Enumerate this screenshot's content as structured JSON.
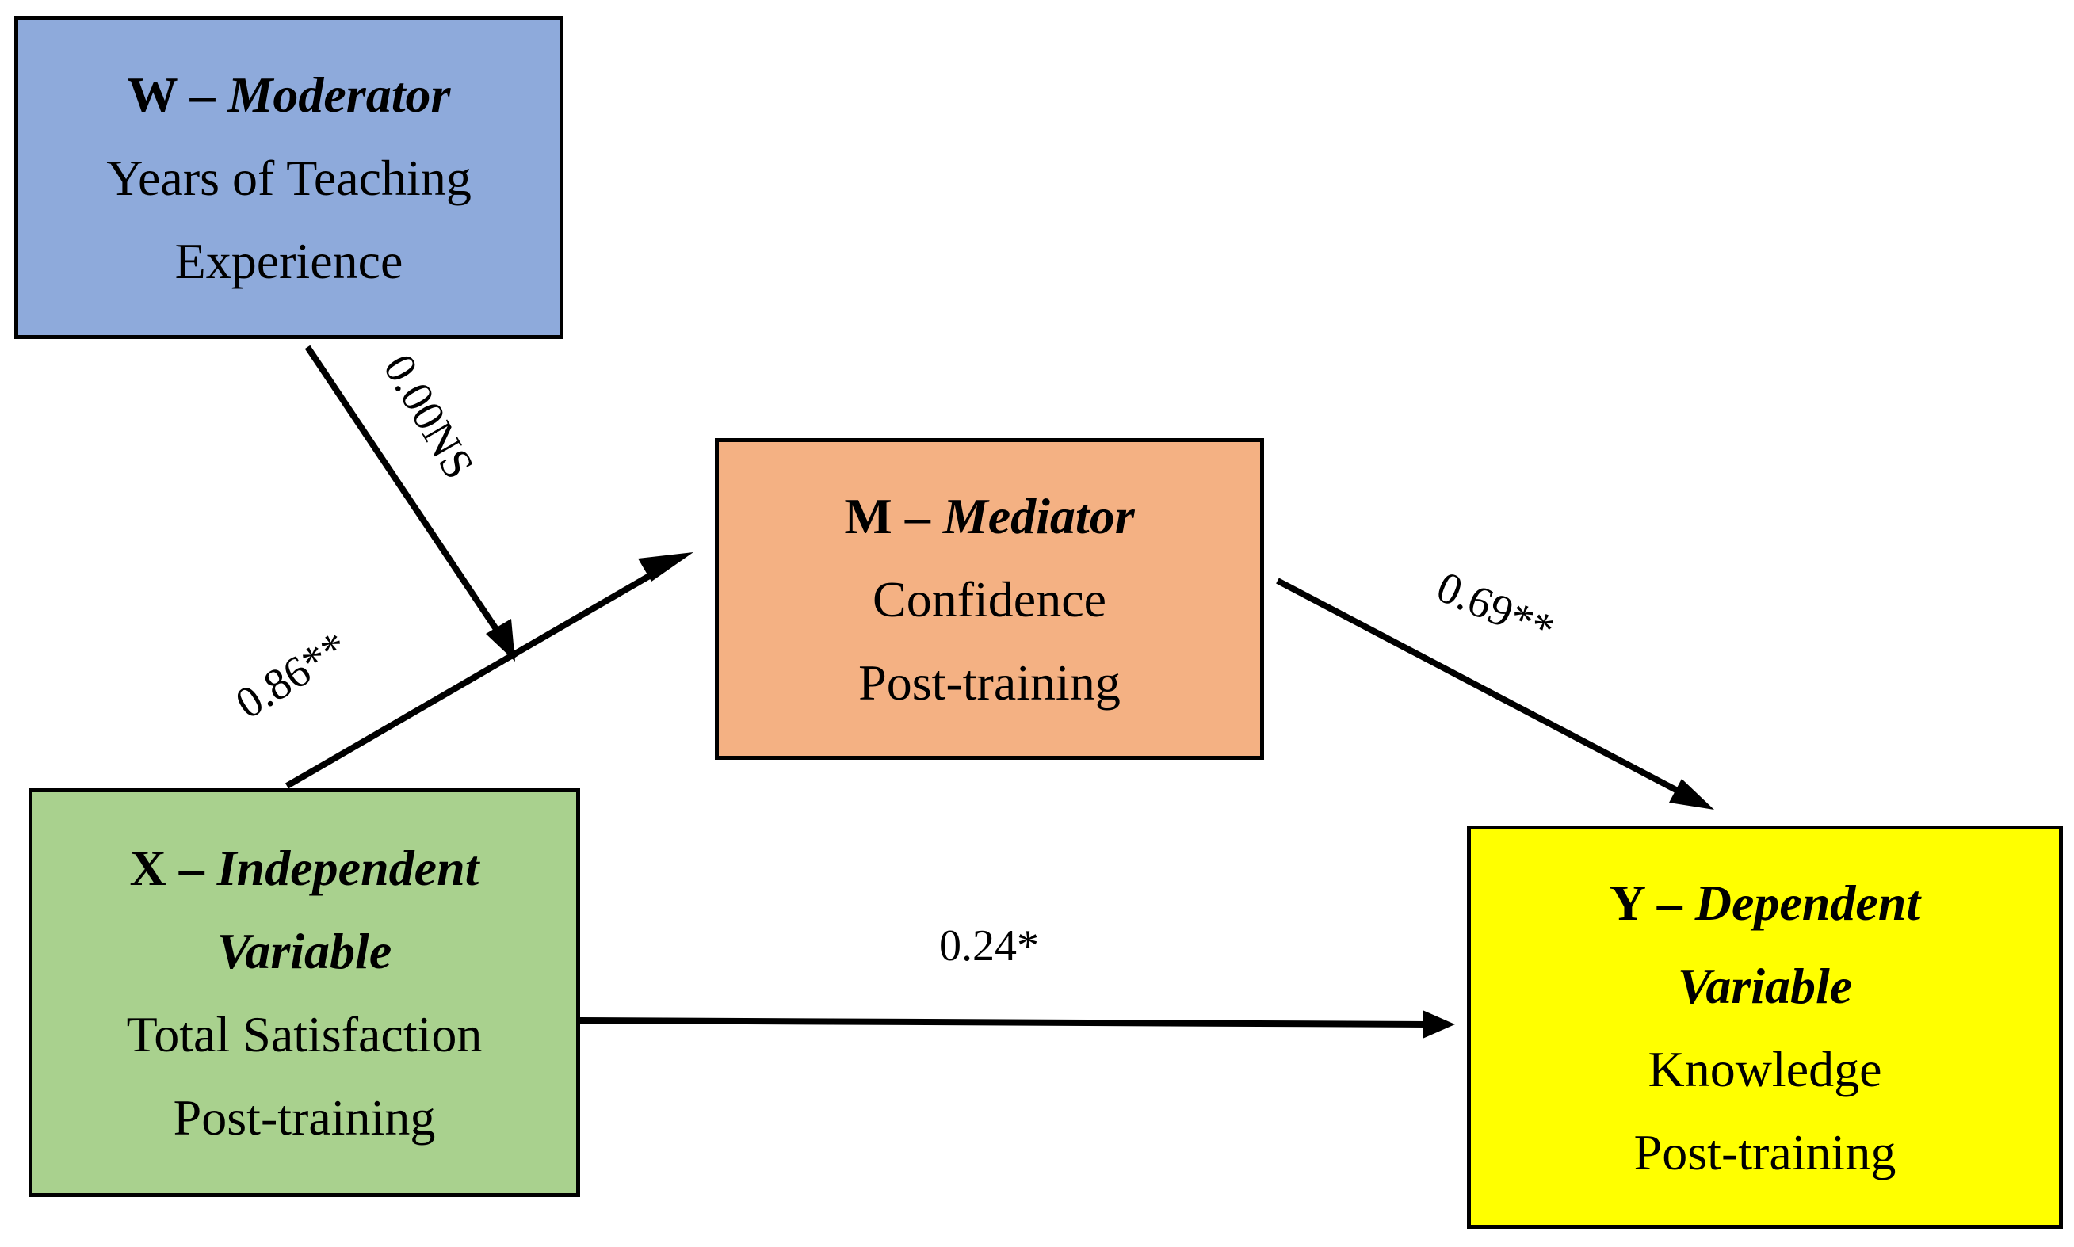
{
  "nodes": {
    "w": {
      "letter": "W",
      "dash": " – ",
      "role": "Moderator",
      "lines": [
        "Years of Teaching",
        "Experience"
      ],
      "color": "#8eaadb"
    },
    "m": {
      "letter": "M",
      "dash": " – ",
      "role": "Mediator",
      "lines": [
        "Confidence",
        "Post-training"
      ],
      "color": "#f4b183"
    },
    "x": {
      "letter": "X",
      "dash": " – ",
      "role_line1": "Independent",
      "role_line2": "Variable",
      "lines": [
        "Total Satisfaction",
        "Post-training"
      ],
      "color": "#a9d18e"
    },
    "y": {
      "letter": "Y",
      "dash": " – ",
      "role_line1": "Dependent",
      "role_line2": "Variable",
      "lines": [
        "Knowledge",
        "Post-training"
      ],
      "color": "#ffff00"
    }
  },
  "edges": {
    "w_to_path": "0.00NS",
    "x_to_m": "0.86**",
    "m_to_y": "0.69**",
    "x_to_y": "0.24*"
  }
}
